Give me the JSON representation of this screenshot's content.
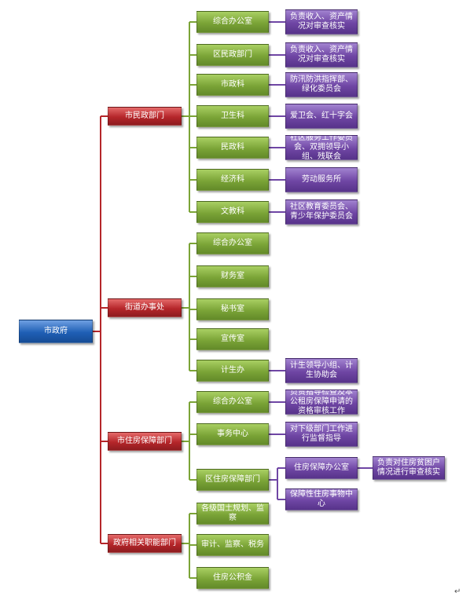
{
  "root": {
    "label": "市政府",
    "color": "#1f5fb5"
  },
  "colors": {
    "level1": "#b5262a",
    "level2": "#7ba437",
    "level3": "#6f46a4",
    "line_red": "#b5262a",
    "line_green": "#7ba437",
    "line_purple": "#6f46a4"
  },
  "departments": [
    {
      "label": "市民政部门",
      "children": [
        {
          "label": "综合办公室",
          "detail": "负责收入、资产情况对审查核实"
        },
        {
          "label": "区民政部门",
          "detail": "负责收入、资产情况对审查核实"
        },
        {
          "label": "市政科",
          "detail": "防汛防洪指挥部、绿化委员会"
        },
        {
          "label": "卫生科",
          "detail": "爱卫会、红十字会"
        },
        {
          "label": "民政科",
          "detail": "社区服务工作委员会、双拥领导小组、残联会"
        },
        {
          "label": "经济科",
          "detail": "劳动服务所"
        },
        {
          "label": "文教科",
          "detail": "社区教育委员会、青少年保护委员会"
        }
      ]
    },
    {
      "label": "街道办事处",
      "children": [
        {
          "label": "综合办公室"
        },
        {
          "label": "财务室"
        },
        {
          "label": "秘书室"
        },
        {
          "label": "宣传室"
        },
        {
          "label": "计生办",
          "detail": "计生领导小组、计生协助会"
        }
      ]
    },
    {
      "label": "市住房保障部门",
      "children": [
        {
          "label": "综合办公室",
          "detail": "负责指导检查及本公租房保障申请的资格审核工作"
        },
        {
          "label": "事务中心",
          "detail": "对下级部门工作进行监督指导"
        },
        {
          "label": "区住房保障部门",
          "sub": [
            {
              "label": "住房保障办公室",
              "detail": "负责对住房贫困户情况进行审查核实"
            },
            {
              "label": "保障性住房事物中心"
            }
          ]
        }
      ]
    },
    {
      "label": "政府相关职能部门",
      "children": [
        {
          "label": "各级国土规划、监察"
        },
        {
          "label": "审计、监察、税务"
        },
        {
          "label": "住房公积金"
        }
      ]
    }
  ],
  "page_mark": "↵"
}
